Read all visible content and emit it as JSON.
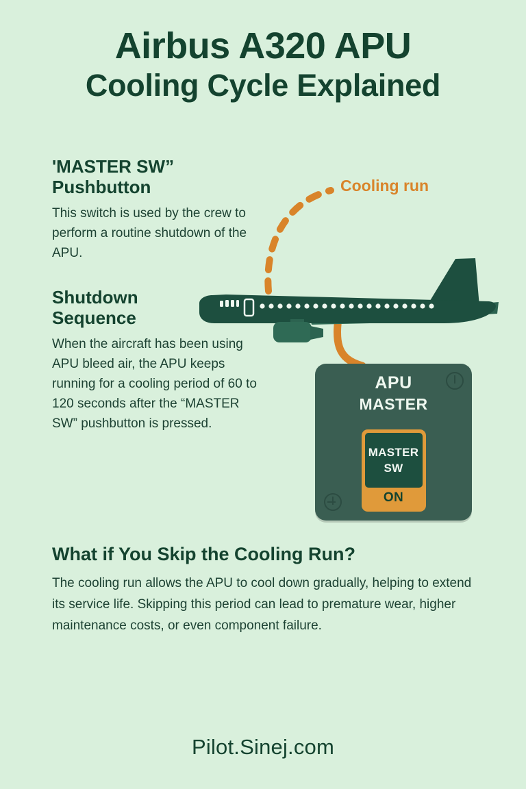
{
  "title": {
    "line1": "Airbus A320 APU",
    "line2": "Cooling Cycle Explained"
  },
  "sections": [
    {
      "heading": "'MASTER SW”\nPushbutton",
      "heading_line1": "'MASTER SW”",
      "heading_line2": "Pushbutton",
      "body": "This switch is used by the crew to perform a routine shutdown of the APU."
    },
    {
      "heading_line1": "Shutdown",
      "heading_line2": "Sequence",
      "body": "When the aircraft has been using APU bleed air, the APU keeps running for a cooling period of 60 to 120 seconds after the “MASTER SW” pushbutton is pressed."
    }
  ],
  "diagram": {
    "cooling_run_label": "Cooling run",
    "aircraft_name": "airbus-a320-side-view"
  },
  "apu_panel": {
    "title": "APU",
    "subtitle": "MASTER",
    "pushbutton": {
      "line1": "MASTER",
      "line2": "SW",
      "status": "ON"
    },
    "screws": [
      "slotted-screw",
      "phillips-screw"
    ]
  },
  "bottom": {
    "heading": "What if You Skip the Cooling Run?",
    "body": "The cooling run allows the APU to cool down gradually, helping to extend its service life. Skipping this period can lead to premature wear, higher maintenance costs, or even component failure."
  },
  "footer": {
    "site": "Pilot.Sinej.com"
  },
  "colors": {
    "background": "#d9f0dc",
    "dark_green": "#14432f",
    "fuselage": "#1d4f3f",
    "panel": "#3a5e52",
    "accent_orange": "#d9842a",
    "button_orange": "#e09a3a",
    "light_text": "#eef7ef"
  }
}
